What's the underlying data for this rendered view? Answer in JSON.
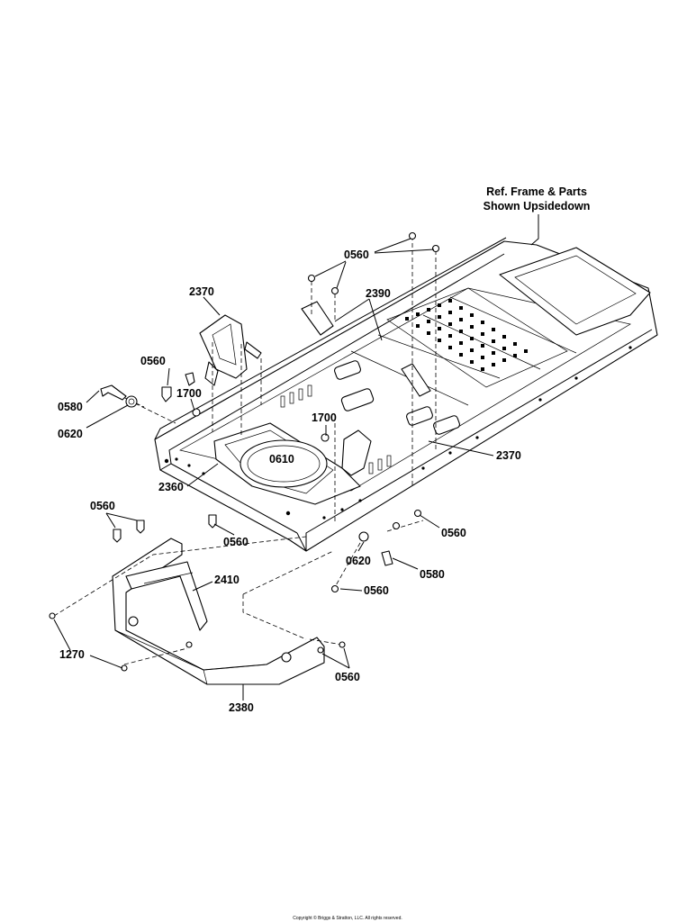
{
  "reference_note": [
    "Ref. Frame & Parts",
    "Shown Upsidedown"
  ],
  "copyright": "Copyright © Briggs & Stratton, LLC. All rights reserved.",
  "callouts": {
    "c0560_top": "0560",
    "c2370_left": "2370",
    "c2390": "2390",
    "c0560_left": "0560",
    "c1700_left": "1700",
    "c0580_left": "0580",
    "c0620_left": "0620",
    "c1700_mid": "1700",
    "c0610": "0610",
    "c2370_right": "2370",
    "c2360": "2360",
    "c0560_lowleft": "0560",
    "c0560_lowcenter": "0560",
    "c0560_right": "0560",
    "c0620_right": "0620",
    "c0580_right": "0580",
    "c0560_bottomcenter": "0560",
    "c2410": "2410",
    "c1270": "1270",
    "c0560_bottomright": "0560",
    "c2380": "2380"
  }
}
